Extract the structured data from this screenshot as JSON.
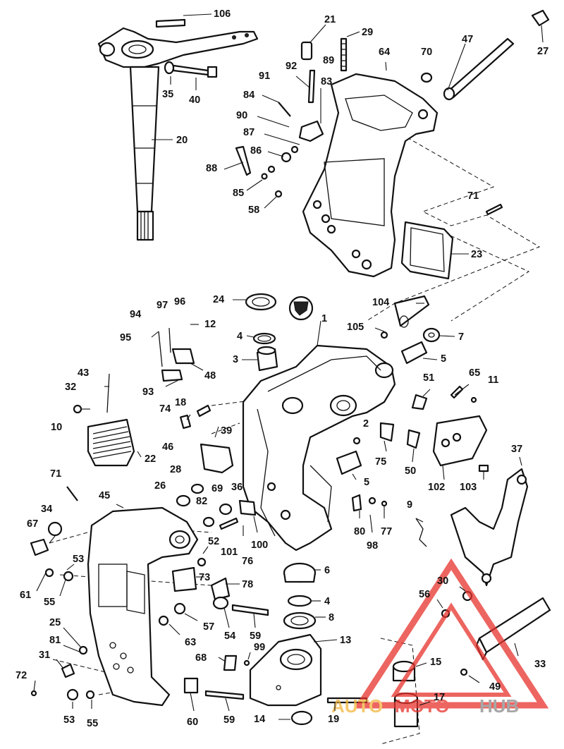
{
  "labels": [
    {
      "id": "l106",
      "text": "106"
    },
    {
      "id": "l21",
      "text": "21"
    },
    {
      "id": "l29",
      "text": "29"
    },
    {
      "id": "l64",
      "text": "64"
    },
    {
      "id": "l70",
      "text": "70"
    },
    {
      "id": "l47",
      "text": "47"
    },
    {
      "id": "l27",
      "text": "27"
    },
    {
      "id": "l92",
      "text": "92"
    },
    {
      "id": "l89",
      "text": "89"
    },
    {
      "id": "l91",
      "text": "91"
    },
    {
      "id": "l83",
      "text": "83"
    },
    {
      "id": "l35",
      "text": "35"
    },
    {
      "id": "l40",
      "text": "40"
    },
    {
      "id": "l84",
      "text": "84"
    },
    {
      "id": "l90",
      "text": "90"
    },
    {
      "id": "l87",
      "text": "87"
    },
    {
      "id": "l20",
      "text": "20"
    },
    {
      "id": "l86",
      "text": "86"
    },
    {
      "id": "l88",
      "text": "88"
    },
    {
      "id": "l85",
      "text": "85"
    },
    {
      "id": "l58",
      "text": "58"
    },
    {
      "id": "l71a",
      "text": "71"
    },
    {
      "id": "l23",
      "text": "23"
    },
    {
      "id": "l24",
      "text": "24"
    },
    {
      "id": "l104",
      "text": "104"
    },
    {
      "id": "l94",
      "text": "94"
    },
    {
      "id": "l97",
      "text": "97"
    },
    {
      "id": "l96",
      "text": "96"
    },
    {
      "id": "l12",
      "text": "12"
    },
    {
      "id": "l95",
      "text": "95"
    },
    {
      "id": "l4a",
      "text": "4"
    },
    {
      "id": "l1",
      "text": "1"
    },
    {
      "id": "l105",
      "text": "105"
    },
    {
      "id": "l7",
      "text": "7"
    },
    {
      "id": "l3",
      "text": "3"
    },
    {
      "id": "l48",
      "text": "48"
    },
    {
      "id": "l5a",
      "text": "5"
    },
    {
      "id": "l43",
      "text": "43"
    },
    {
      "id": "l32",
      "text": "32"
    },
    {
      "id": "l65",
      "text": "65"
    },
    {
      "id": "l11",
      "text": "11"
    },
    {
      "id": "l93",
      "text": "93"
    },
    {
      "id": "l51",
      "text": "51"
    },
    {
      "id": "l74",
      "text": "74"
    },
    {
      "id": "l18",
      "text": "18"
    },
    {
      "id": "l10",
      "text": "10"
    },
    {
      "id": "l2",
      "text": "2"
    },
    {
      "id": "l46",
      "text": "46"
    },
    {
      "id": "l39",
      "text": "39"
    },
    {
      "id": "l22",
      "text": "22"
    },
    {
      "id": "l37",
      "text": "37"
    },
    {
      "id": "l75",
      "text": "75"
    },
    {
      "id": "l50",
      "text": "50"
    },
    {
      "id": "l71b",
      "text": "71"
    },
    {
      "id": "l28",
      "text": "28"
    },
    {
      "id": "l5b",
      "text": "5"
    },
    {
      "id": "l102",
      "text": "102"
    },
    {
      "id": "l103",
      "text": "103"
    },
    {
      "id": "l26",
      "text": "26"
    },
    {
      "id": "l69",
      "text": "69"
    },
    {
      "id": "l36",
      "text": "36"
    },
    {
      "id": "l34",
      "text": "34"
    },
    {
      "id": "l45",
      "text": "45"
    },
    {
      "id": "l82",
      "text": "82"
    },
    {
      "id": "l9",
      "text": "9"
    },
    {
      "id": "l67",
      "text": "67"
    },
    {
      "id": "l80",
      "text": "80"
    },
    {
      "id": "l77",
      "text": "77"
    },
    {
      "id": "l52",
      "text": "52"
    },
    {
      "id": "l101",
      "text": "101"
    },
    {
      "id": "l100",
      "text": "100"
    },
    {
      "id": "l98",
      "text": "98"
    },
    {
      "id": "l76",
      "text": "76"
    },
    {
      "id": "l53a",
      "text": "53"
    },
    {
      "id": "l6",
      "text": "6"
    },
    {
      "id": "l61",
      "text": "61"
    },
    {
      "id": "l73",
      "text": "73"
    },
    {
      "id": "l78",
      "text": "78"
    },
    {
      "id": "l30",
      "text": "30"
    },
    {
      "id": "l55a",
      "text": "55"
    },
    {
      "id": "l56",
      "text": "56"
    },
    {
      "id": "l4b",
      "text": "4"
    },
    {
      "id": "l57",
      "text": "57"
    },
    {
      "id": "l54",
      "text": "54"
    },
    {
      "id": "l59a",
      "text": "59"
    },
    {
      "id": "l8",
      "text": "8"
    },
    {
      "id": "l25",
      "text": "25"
    },
    {
      "id": "l63",
      "text": "63"
    },
    {
      "id": "l13",
      "text": "13"
    },
    {
      "id": "l81",
      "text": "81"
    },
    {
      "id": "l99",
      "text": "99"
    },
    {
      "id": "l31",
      "text": "31"
    },
    {
      "id": "l68",
      "text": "68"
    },
    {
      "id": "l33",
      "text": "33"
    },
    {
      "id": "l15",
      "text": "15"
    },
    {
      "id": "l72",
      "text": "72"
    },
    {
      "id": "l49",
      "text": "49"
    },
    {
      "id": "l17",
      "text": "17"
    },
    {
      "id": "l53b",
      "text": "53"
    },
    {
      "id": "l55b",
      "text": "55"
    },
    {
      "id": "l60",
      "text": "60"
    },
    {
      "id": "l59b",
      "text": "59"
    },
    {
      "id": "l14",
      "text": "14"
    },
    {
      "id": "l19",
      "text": "19"
    }
  ],
  "watermark": {
    "part1": "AUTO",
    "part2": "MOTO",
    "part3": "HUB"
  },
  "colors": {
    "ink": "#111111",
    "watermark_red": "#e8322c",
    "watermark_gold": "#f2b63c",
    "watermark_gray": "#8a8a8a"
  }
}
